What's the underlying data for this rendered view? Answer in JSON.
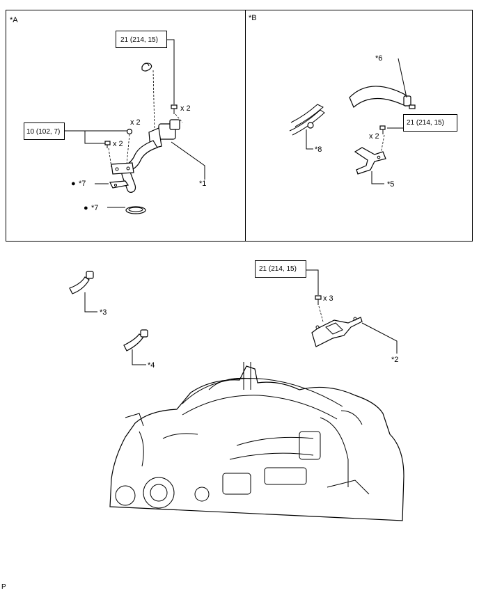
{
  "panel_a": {
    "label": "*A",
    "torque_upper": "21 (214, 15)",
    "torque_left": "10 (102, 7)",
    "qty_upper_bolt": "x 2",
    "qty_nut": "x 2",
    "qty_lower_bolt": "x 2",
    "callout_1": "*1",
    "callout_7a": "*7",
    "callout_7b": "*7",
    "bullet_mark": "●"
  },
  "panel_b": {
    "label": "*B",
    "torque": "21 (214, 15)",
    "qty": "x 2",
    "callout_5": "*5",
    "callout_6": "*6",
    "callout_8": "*8"
  },
  "lower": {
    "torque": "21 (214, 15)",
    "qty": "x 3",
    "callout_2": "*2",
    "callout_3": "*3",
    "callout_4": "*4"
  },
  "footer_code": "P"
}
